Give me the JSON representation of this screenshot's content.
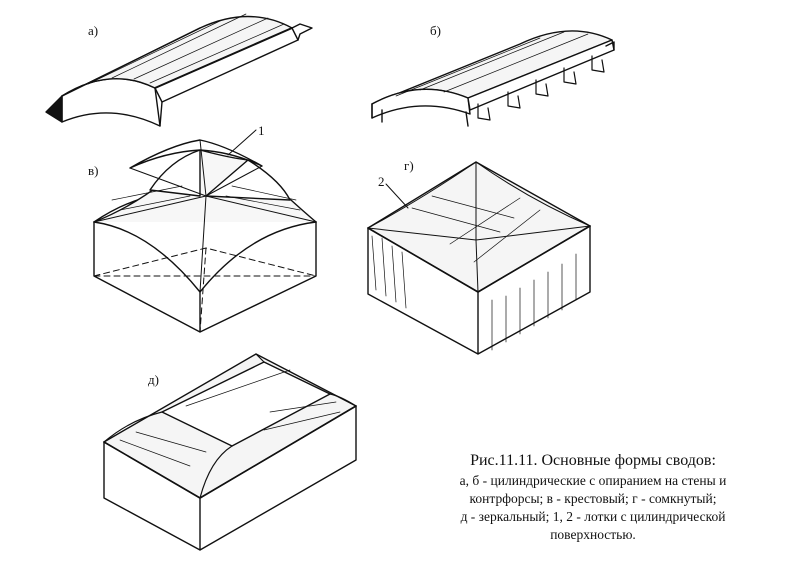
{
  "figure": {
    "panels": [
      {
        "letter": "а)"
      },
      {
        "letter": "б)"
      },
      {
        "letter": "в)"
      },
      {
        "letter": "г)"
      },
      {
        "letter": "д)"
      }
    ],
    "callouts": [
      "1",
      "2"
    ]
  },
  "caption": {
    "title": "Рис.11.11. Основные формы сводов:",
    "lines": [
      "а, б -  цилиндрические с опиранием на стены и",
      "контрфорсы; в - крестовый; г - сомкнутый;",
      "д - зеркальный; 1, 2 - лотки с цилиндрической",
      "поверхностью."
    ]
  }
}
